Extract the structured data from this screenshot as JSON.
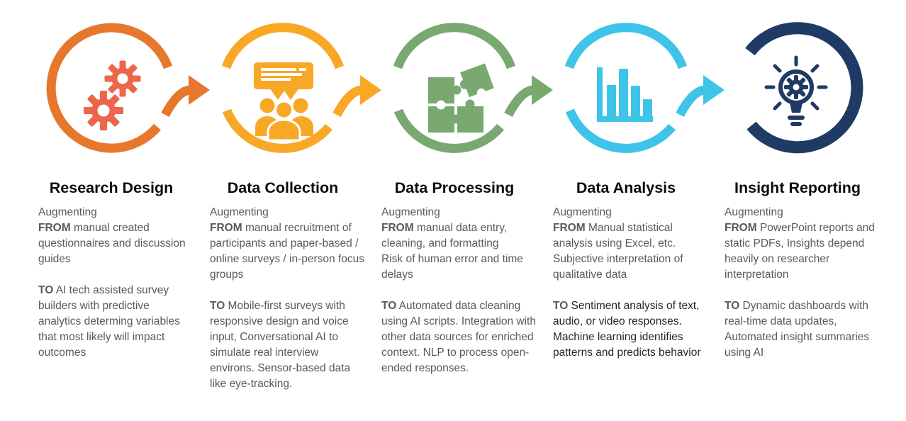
{
  "diagram": {
    "background": "#ffffff",
    "title_color": "#0c0c0c",
    "body_color": "#595959",
    "stages": [
      {
        "title": "Research Design",
        "ring_color": "#E8772E",
        "icon": "gears-icon",
        "icon_color": "#ED654B",
        "arrow": true,
        "incoming_gap": false,
        "paragraphs": [
          {
            "color": "#595959",
            "segments": [
              {
                "t": "Augmenting\n"
              },
              {
                "t": "FROM",
                "b": true
              },
              {
                "t": " manual created questionnaires and discussion guides"
              }
            ]
          },
          {
            "color": "#595959",
            "segments": [
              {
                "t": "TO",
                "b": true
              },
              {
                "t": " AI tech assisted survey builders with predictive analytics determing variables that most likely will impact outcomes"
              }
            ]
          }
        ]
      },
      {
        "title": "Data Collection",
        "ring_color": "#F9A826",
        "icon": "focus-group-icon",
        "icon_color": "#F9A826",
        "arrow": true,
        "incoming_gap": true,
        "paragraphs": [
          {
            "color": "#595959",
            "segments": [
              {
                "t": "Augmenting\n"
              },
              {
                "t": "FROM",
                "b": true
              },
              {
                "t": " manual recruitment of participants and paper-based / online surveys / in-person focus groups"
              }
            ]
          },
          {
            "color": "#595959",
            "segments": [
              {
                "t": "TO",
                "b": true
              },
              {
                "t": " Mobile-first surveys with responsive design and voice input,  Conversational AI to simulate real interview environs. Sensor-based data like eye-tracking."
              }
            ]
          }
        ]
      },
      {
        "title": "Data Processing",
        "ring_color": "#79A871",
        "icon": "puzzle-icon",
        "icon_color": "#79A871",
        "arrow": true,
        "incoming_gap": true,
        "paragraphs": [
          {
            "color": "#595959",
            "segments": [
              {
                "t": "Augmenting\n"
              },
              {
                "t": "FROM",
                "b": true
              },
              {
                "t": " manual data entry, cleaning, and formatting\nRisk of human error and time delays"
              }
            ]
          },
          {
            "color": "#595959",
            "segments": [
              {
                "t": "TO",
                "b": true
              },
              {
                "t": " Automated data cleaning using AI scripts. Integration with other data sources for enriched context. NLP to process open-ended responses."
              }
            ]
          }
        ]
      },
      {
        "title": "Data Analysis",
        "ring_color": "#3EC4E8",
        "icon": "bar-chart-icon",
        "icon_color": "#3EC4E8",
        "arrow": true,
        "incoming_gap": true,
        "paragraphs": [
          {
            "color": "#595959",
            "segments": [
              {
                "t": "Augmenting\n"
              },
              {
                "t": "FROM",
                "b": true
              },
              {
                "t": " Manual statistical analysis using Excel, etc. Subjective interpretation of qualitative data"
              }
            ]
          },
          {
            "color": "#262626",
            "segments": [
              {
                "t": "TO",
                "b": true,
                "color": "#595959"
              },
              {
                "t": " Sentiment analysis of text, audio, or video responses. Machine learning identifies patterns and predicts behavior"
              }
            ]
          }
        ]
      },
      {
        "title": "Insight Reporting",
        "ring_color": "#1F3A64",
        "icon": "lightbulb-icon",
        "icon_color": "#1F3A64",
        "arrow": false,
        "incoming_gap": true,
        "paragraphs": [
          {
            "color": "#595959",
            "segments": [
              {
                "t": "Augmenting\n"
              },
              {
                "t": "FROM",
                "b": true
              },
              {
                "t": " PowerPoint reports and static PDFs, Insights depend heavily on researcher interpretation"
              }
            ]
          },
          {
            "color": "#595959",
            "segments": [
              {
                "t": "TO",
                "b": true
              },
              {
                "t": " Dynamic dashboards with real-time data updates, Automated insight summaries using AI"
              }
            ]
          }
        ]
      }
    ]
  }
}
